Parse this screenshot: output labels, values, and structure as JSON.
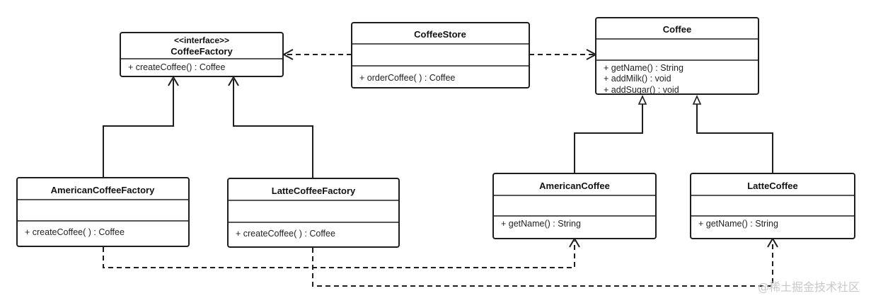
{
  "diagram": {
    "classes": {
      "coffee_factory": {
        "stereotype": "<<interface>>",
        "name": "CoffeeFactory",
        "methods": [
          "+ createCoffee() : Coffee"
        ]
      },
      "coffee_store": {
        "name": "CoffeeStore",
        "methods": [
          "+ orderCoffee( ) : Coffee"
        ]
      },
      "coffee": {
        "name": "Coffee",
        "methods": [
          "+ getName() : String",
          "+ addMilk() : void",
          "+ addSugar() : void"
        ]
      },
      "american_coffee_factory": {
        "name": "AmericanCoffeeFactory",
        "methods": [
          "+ createCoffee( ) : Coffee"
        ]
      },
      "latte_coffee_factory": {
        "name": "LatteCoffeeFactory",
        "methods": [
          "+ createCoffee( ) : Coffee"
        ]
      },
      "american_coffee": {
        "name": "AmericanCoffee",
        "methods": [
          "+ getName() : String"
        ]
      },
      "latte_coffee": {
        "name": "LatteCoffee",
        "methods": [
          "+ getName() : String"
        ]
      }
    },
    "relations": [
      {
        "type": "dependency",
        "from": "CoffeeStore",
        "to": "CoffeeFactory"
      },
      {
        "type": "dependency",
        "from": "CoffeeStore",
        "to": "Coffee"
      },
      {
        "type": "realization",
        "from": "AmericanCoffeeFactory",
        "to": "CoffeeFactory"
      },
      {
        "type": "realization",
        "from": "LatteCoffeeFactory",
        "to": "CoffeeFactory"
      },
      {
        "type": "generalization",
        "from": "AmericanCoffee",
        "to": "Coffee"
      },
      {
        "type": "generalization",
        "from": "LatteCoffee",
        "to": "Coffee"
      },
      {
        "type": "dependency",
        "from": "AmericanCoffeeFactory",
        "to": "AmericanCoffee"
      },
      {
        "type": "dependency",
        "from": "LatteCoffeeFactory",
        "to": "LatteCoffee"
      }
    ]
  },
  "watermark": "@稀土掘金技术社区"
}
